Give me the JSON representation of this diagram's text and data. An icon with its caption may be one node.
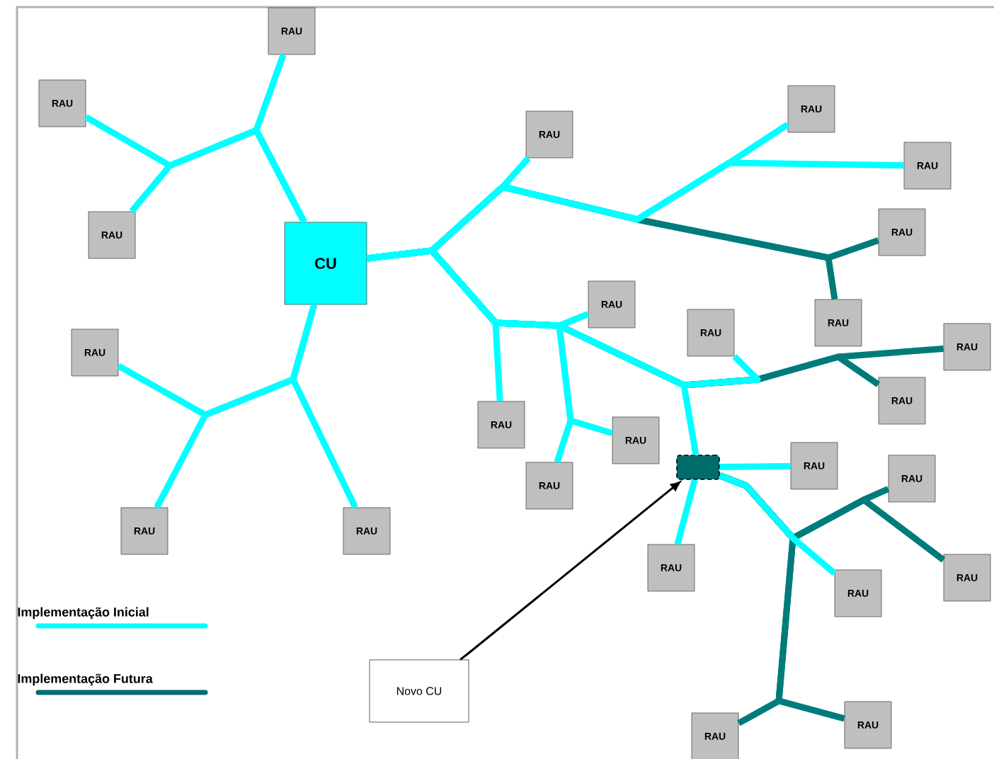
{
  "diagram": {
    "nodes": [
      {
        "text": [
          "CU"
        ]
      },
      {
        "text": [
          "RAU"
        ]
      },
      {
        "text": [
          "RAU"
        ]
      },
      {
        "text": [
          "RAU"
        ]
      },
      {
        "text": [
          "RAU"
        ]
      },
      {
        "text": [
          "RAU"
        ]
      },
      {
        "text": [
          "RAU"
        ]
      },
      {
        "text": [
          "RAU"
        ]
      },
      {
        "text": [
          "RAU"
        ]
      },
      {
        "text": [
          "RAU"
        ]
      },
      {
        "text": [
          "RAU"
        ]
      },
      {
        "text": [
          "RAU"
        ]
      },
      {
        "text": [
          "RAU"
        ]
      },
      {
        "text": [
          "RAU"
        ]
      },
      {
        "text": [
          "RAU"
        ]
      },
      {
        "text": [
          "RAU"
        ]
      },
      {
        "text": [
          "RAU"
        ]
      },
      {
        "text": [
          "RAU"
        ]
      },
      {
        "text": [
          "RAU"
        ]
      },
      {
        "text": [],
        "shape": "box"
      },
      {
        "text": [
          "RAU"
        ]
      },
      {
        "text": [
          "RAU"
        ]
      },
      {
        "text": [
          "RAU"
        ]
      },
      {
        "text": [
          "RAU"
        ]
      },
      {
        "text": [
          "RAU"
        ]
      },
      {
        "text": [
          "RAU"
        ]
      },
      {
        "text": [
          "RAU"
        ]
      },
      {
        "text": [
          "Novo CU"
        ]
      }
    ],
    "edges": [
      {
        "from": 0,
        "to": 1,
        "arrow": "none"
      },
      {
        "from": 0,
        "to": 2,
        "arrow": "none"
      },
      {
        "from": 0,
        "to": 3,
        "arrow": "none"
      },
      {
        "from": 0,
        "to": 4,
        "arrow": "none"
      },
      {
        "from": 0,
        "to": 5,
        "arrow": "none"
      },
      {
        "from": 0,
        "to": 6,
        "arrow": "none"
      },
      {
        "from": 0,
        "to": 7,
        "arrow": "none"
      },
      {
        "from": 0,
        "to": 8,
        "arrow": "none"
      },
      {
        "from": 0,
        "to": 9,
        "arrow": "none"
      },
      {
        "from": 0,
        "to": 10,
        "arrow": "none",
        "color": "#007b7b"
      },
      {
        "from": 0,
        "to": 11,
        "arrow": "none",
        "color": "#007b7b"
      },
      {
        "from": 0,
        "to": 12,
        "arrow": "none"
      },
      {
        "from": 0,
        "to": 13,
        "arrow": "none"
      },
      {
        "from": 0,
        "to": 14,
        "arrow": "none",
        "color": "#007b7b"
      },
      {
        "from": 0,
        "to": 15,
        "arrow": "none",
        "color": "#007b7b"
      },
      {
        "from": 0,
        "to": 16,
        "arrow": "none"
      },
      {
        "from": 0,
        "to": 17,
        "arrow": "none"
      },
      {
        "from": 0,
        "to": 18,
        "arrow": "none"
      },
      {
        "from": 0,
        "to": 19,
        "arrow": "none"
      },
      {
        "from": 19,
        "to": 20,
        "arrow": "none"
      },
      {
        "from": 19,
        "to": 21,
        "arrow": "none",
        "color": "#007b7b"
      },
      {
        "from": 19,
        "to": 22,
        "arrow": "none"
      },
      {
        "from": 19,
        "to": 23,
        "arrow": "none"
      },
      {
        "from": 19,
        "to": 24,
        "arrow": "none",
        "color": "#007b7b"
      },
      {
        "from": 19,
        "to": 25,
        "arrow": "none",
        "color": "#007b7b"
      },
      {
        "from": 19,
        "to": 26,
        "arrow": "none",
        "color": "#007b7b"
      },
      {
        "from": 27,
        "to": 19,
        "arrow": "to",
        "color": "#000000"
      }
    ],
    "legend": [
      {
        "text": "Implementação Inicial"
      },
      {
        "text": "Implementação Futura"
      }
    ]
  }
}
